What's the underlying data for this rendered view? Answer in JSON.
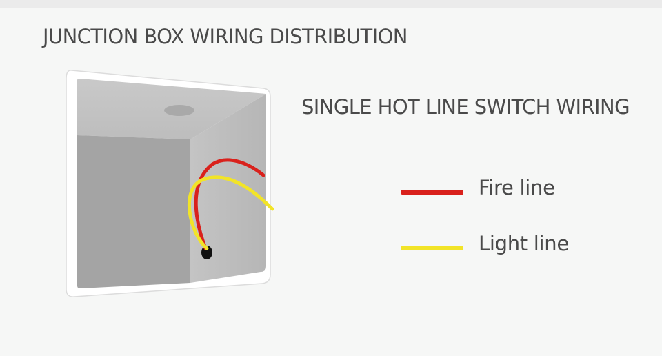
{
  "header": {
    "title": "JUNCTION BOX WIRING DISTRIBUTION"
  },
  "diagram": {
    "subtitle": "SINGLE HOT LINE SWITCH WIRING",
    "legend": [
      {
        "label": "Fire line",
        "color": "#d9211c"
      },
      {
        "label": "Light line",
        "color": "#f2e428"
      }
    ]
  }
}
